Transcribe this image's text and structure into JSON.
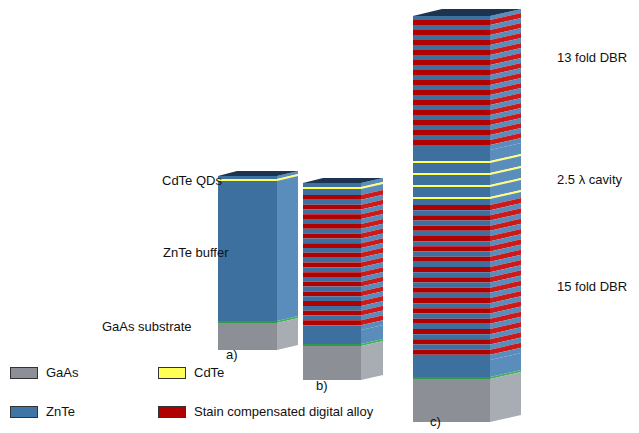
{
  "diagram": {
    "labels": [
      "CdTe QDs",
      "ZnTe buffer",
      "GaAs substrate",
      "a)",
      "b)",
      "c)",
      "13 fold DBR",
      "2.5 λ cavity",
      "15 fold DBR"
    ],
    "legend": [
      {
        "text": "GaAs",
        "color": "#8c9096"
      },
      {
        "text": "CdTe",
        "color": "#ffff55"
      },
      {
        "text": "ZnTe",
        "color": "#3f74a6"
      },
      {
        "text": "Stain compensated digital alloy",
        "color": "#b00000"
      }
    ]
  }
}
